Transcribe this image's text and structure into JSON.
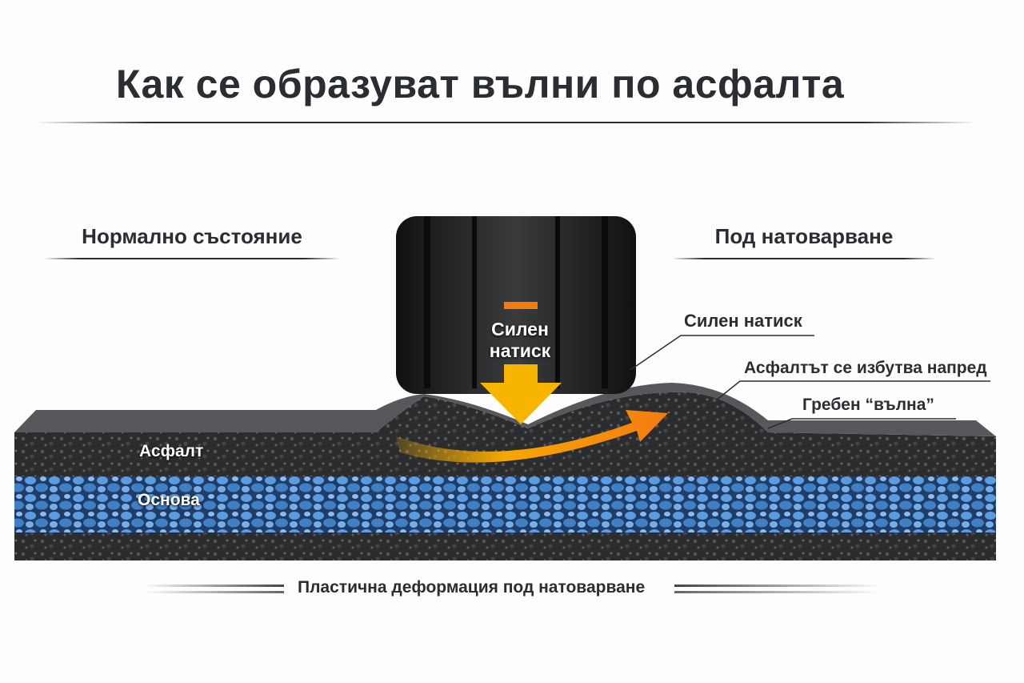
{
  "title": "Как се образуват вълни по асфалта",
  "left_heading": "Нормално състояние",
  "right_heading": "Под натоварване",
  "tire_label_line1": "Силен",
  "tire_label_line2": "натиск",
  "callouts": {
    "pressure": "Силен натиск",
    "pushed": "Асфалтът се избутва напред",
    "crest": "Гребен “вълна”"
  },
  "layers": {
    "asphalt": "Асфалт",
    "base": "Основа"
  },
  "footer": "Пластична деформация под натоварване",
  "colors": {
    "asphalt": "#2b2c2e",
    "base": "#3f7fc4",
    "arrow_yellow": "#f7b500",
    "arrow_orange": "#f47b10"
  }
}
